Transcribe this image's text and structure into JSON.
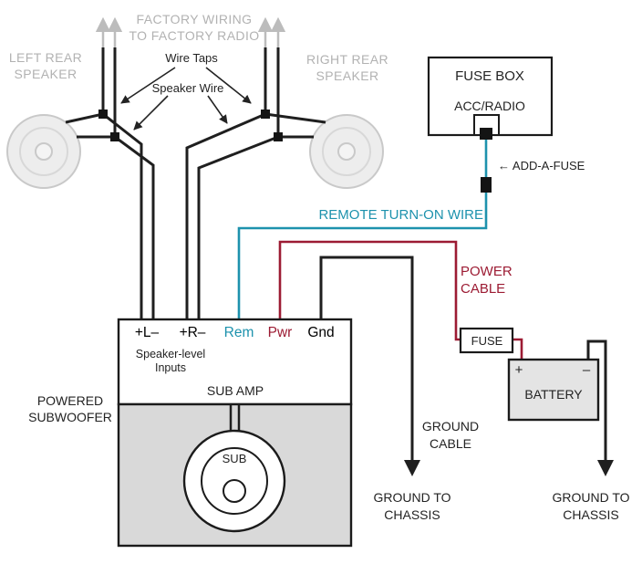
{
  "colors": {
    "accent_teal": "#1d92ad",
    "accent_maroon": "#9c1b33",
    "gray_label": "#b2b2b2"
  },
  "labels": {
    "factory": {
      "line1": "FACTORY WIRING",
      "line2": "TO FACTORY RADIO"
    },
    "left_speaker": {
      "line1": "LEFT REAR",
      "line2": "SPEAKER"
    },
    "right_speaker": {
      "line1": "RIGHT REAR",
      "line2": "SPEAKER"
    },
    "wire_taps": "Wire Taps",
    "speaker_wire": "Speaker Wire",
    "fuse_box": "FUSE BOX",
    "acc_radio": "ACC/RADIO",
    "add_a_fuse": "← ADD-A-FUSE",
    "remote_wire": "REMOTE TURN-ON WIRE",
    "power_cable": {
      "line1": "POWER",
      "line2": "CABLE"
    },
    "terminals": {
      "speaker_left": "+L–",
      "speaker_right": "+R–",
      "remote": "Rem",
      "power": "Pwr",
      "ground": "Gnd"
    },
    "speaker_level": {
      "line1": "Speaker-level",
      "line2": "Inputs"
    },
    "sub_amp": "SUB AMP",
    "powered_subwoofer": {
      "line1": "POWERED",
      "line2": "SUBWOOFER"
    },
    "sub": "SUB",
    "fuse": "FUSE",
    "battery": {
      "plus": "+",
      "minus": "–",
      "name": "BATTERY"
    },
    "ground_cable": {
      "line1": "GROUND",
      "line2": "CABLE"
    },
    "ground_chassis_left": {
      "line1": "GROUND TO",
      "line2": "CHASSIS"
    },
    "ground_chassis_right": {
      "line1": "GROUND TO",
      "line2": "CHASSIS"
    }
  }
}
